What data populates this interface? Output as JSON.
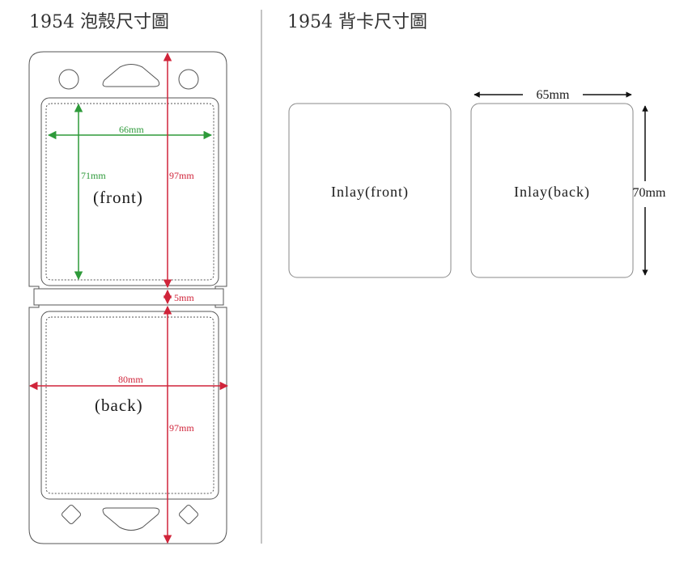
{
  "left_panel": {
    "title": "1954 泡殼尺寸圖",
    "front_label": "(front)",
    "back_label": "(back)",
    "dims": {
      "front_width": "66mm",
      "front_height": "71mm",
      "front_total_height": "97mm",
      "hinge": "5mm",
      "total_width": "80mm",
      "back_total_height": "97mm"
    }
  },
  "right_panel": {
    "title": "1954 背卡尺寸圖",
    "inlay_front_label": "Inlay(front)",
    "inlay_back_label": "Inlay(back)",
    "dims": {
      "inlay_width": "65mm",
      "inlay_height": "70mm"
    }
  },
  "colors": {
    "green": "#2e9a3a",
    "red": "#d0243a",
    "outline": "#555555"
  }
}
